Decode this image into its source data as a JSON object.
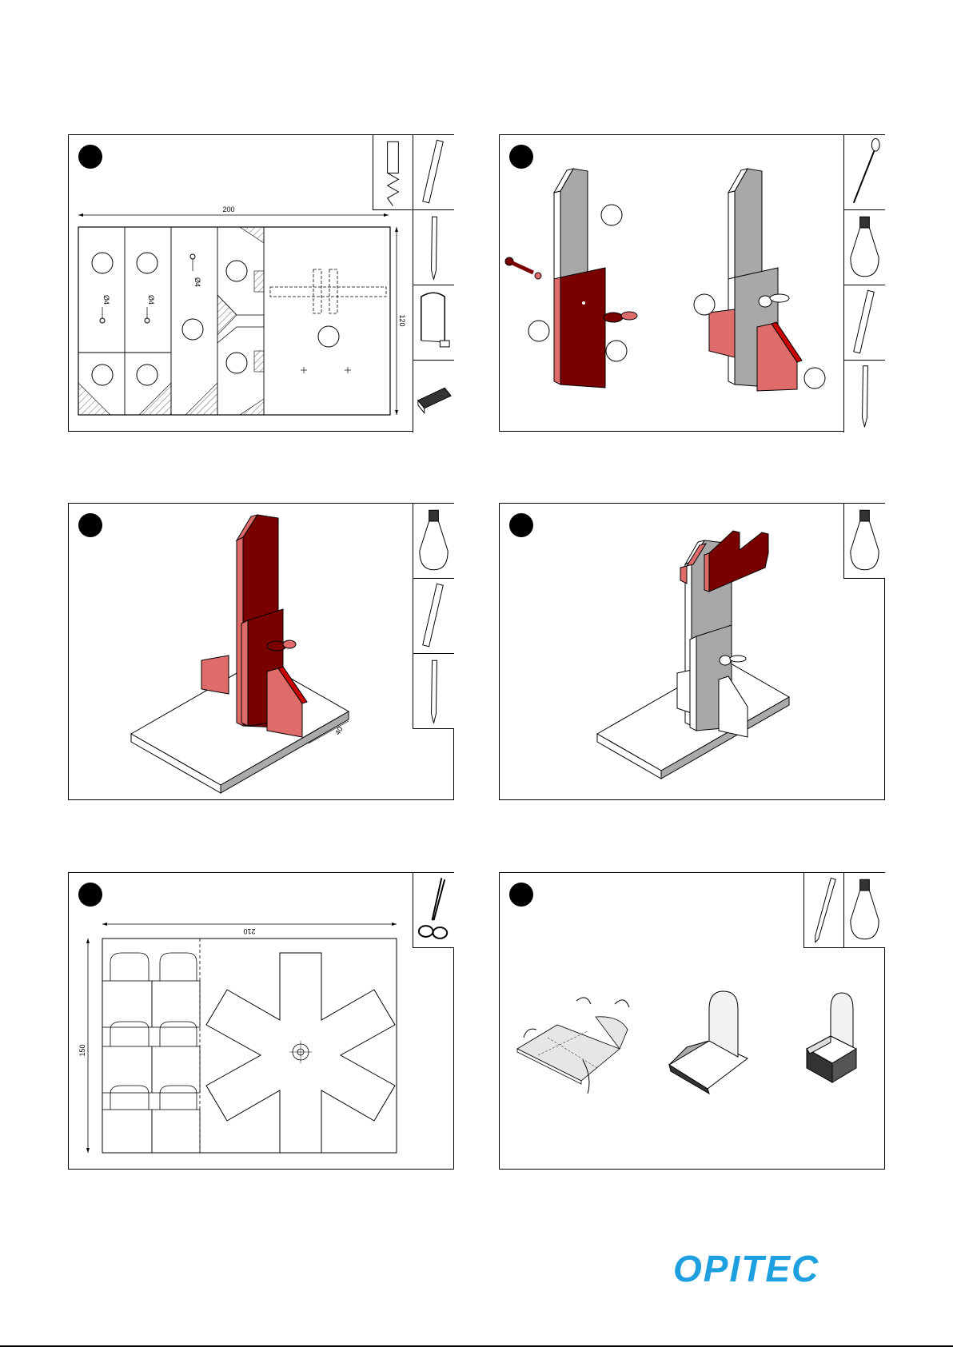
{
  "brand": {
    "logo_text": "OPITEC",
    "color": "#1e9fe0"
  },
  "colors": {
    "red_dark": "#7a0000",
    "red_light": "#e06b6b",
    "gray": "#a8a8a8",
    "hatch": "#666666"
  },
  "panels": [
    {
      "id": 1,
      "tools": [
        "drill-icon",
        "ruler-icon",
        "pencil-icon",
        "fretsaw-icon",
        "file-icon"
      ],
      "dimensions": {
        "width": "200",
        "height": "120",
        "holes": [
          "Ø4",
          "Ø4",
          "Ø4"
        ]
      }
    },
    {
      "id": 2,
      "tools": [
        "screwdriver-icon",
        "glue-bottle-icon",
        "ruler-icon",
        "pencil-icon"
      ]
    },
    {
      "id": 3,
      "tools": [
        "glue-bottle-icon",
        "ruler-icon",
        "pencil-icon"
      ],
      "dimensions": {
        "offset": "40"
      }
    },
    {
      "id": 4,
      "tools": [
        "glue-bottle-icon"
      ]
    },
    {
      "id": 5,
      "tools": [
        "scissors-icon"
      ],
      "dimensions": {
        "width": "210",
        "height": "150"
      }
    },
    {
      "id": 6,
      "tools": [
        "pencil-icon",
        "glue-bottle-icon"
      ]
    }
  ]
}
